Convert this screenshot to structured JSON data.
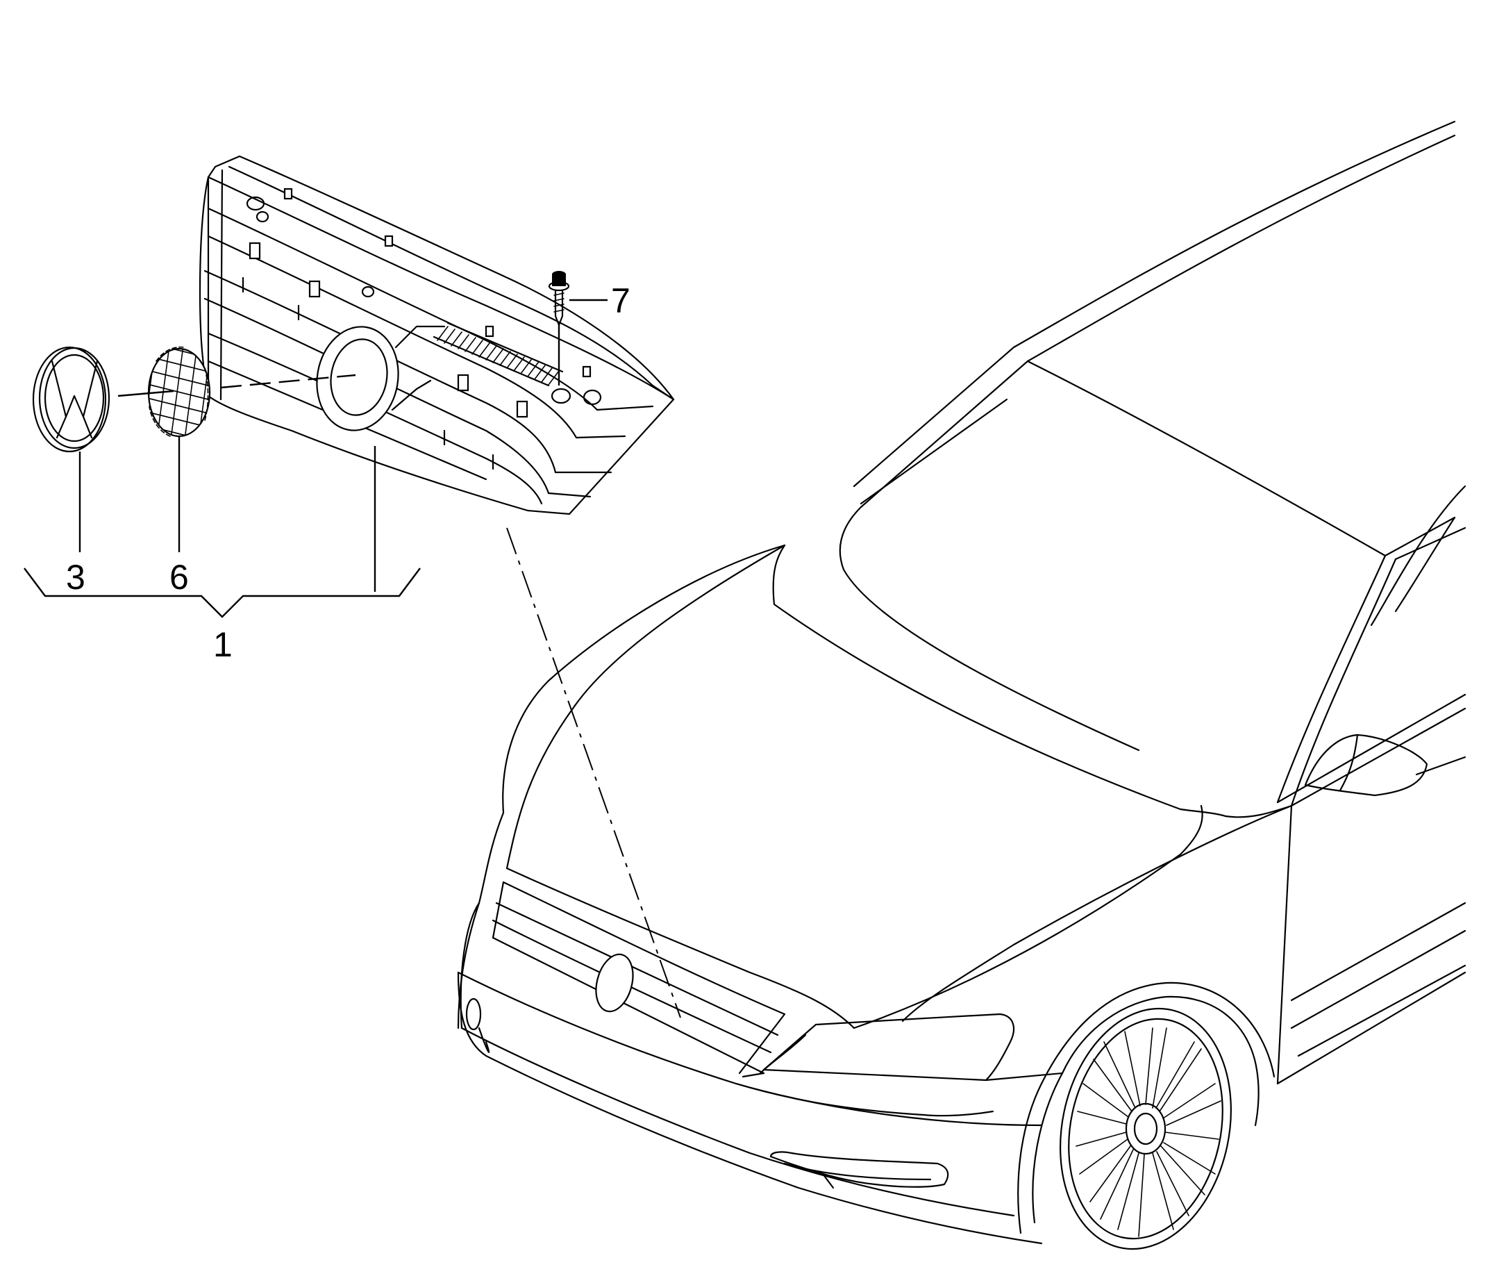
{
  "callouts": {
    "part_1": "1",
    "part_3": "3",
    "part_6": "6",
    "part_7": "7"
  },
  "icons": [
    "vw-emblem-icon",
    "mesh-insert-icon",
    "screw-icon"
  ],
  "colors": {
    "line": "#000000",
    "background": "#ffffff"
  }
}
